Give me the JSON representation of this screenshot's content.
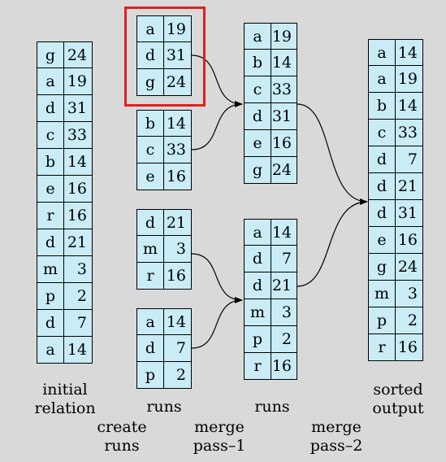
{
  "initial_relation": [
    [
      "g",
      "24"
    ],
    [
      "a",
      "19"
    ],
    [
      "d",
      "31"
    ],
    [
      "c",
      "33"
    ],
    [
      "b",
      "14"
    ],
    [
      "e",
      "16"
    ],
    [
      "r",
      "16"
    ],
    [
      "d",
      "21"
    ],
    [
      "m",
      "3"
    ],
    [
      "p",
      "2"
    ],
    [
      "d",
      "7"
    ],
    [
      "a",
      "14"
    ]
  ],
  "runs_initial": [
    [
      [
        "a",
        "19"
      ],
      [
        "d",
        "31"
      ],
      [
        "g",
        "24"
      ]
    ],
    [
      [
        "b",
        "14"
      ],
      [
        "c",
        "33"
      ],
      [
        "e",
        "16"
      ]
    ],
    [
      [
        "d",
        "21"
      ],
      [
        "m",
        "3"
      ],
      [
        "r",
        "16"
      ]
    ],
    [
      [
        "a",
        "14"
      ],
      [
        "d",
        "7"
      ],
      [
        "p",
        "2"
      ]
    ]
  ],
  "runs_pass1": [
    [
      [
        "a",
        "19"
      ],
      [
        "b",
        "14"
      ],
      [
        "c",
        "33"
      ],
      [
        "d",
        "31"
      ],
      [
        "e",
        "16"
      ],
      [
        "g",
        "24"
      ]
    ],
    [
      [
        "a",
        "14"
      ],
      [
        "d",
        "7"
      ],
      [
        "d",
        "21"
      ],
      [
        "m",
        "3"
      ],
      [
        "p",
        "2"
      ],
      [
        "r",
        "16"
      ]
    ]
  ],
  "sorted_output": [
    [
      "a",
      "14"
    ],
    [
      "a",
      "19"
    ],
    [
      "b",
      "14"
    ],
    [
      "c",
      "33"
    ],
    [
      "d",
      "7"
    ],
    [
      "d",
      "21"
    ],
    [
      "d",
      "31"
    ],
    [
      "e",
      "16"
    ],
    [
      "g",
      "24"
    ],
    [
      "m",
      "3"
    ],
    [
      "p",
      "2"
    ],
    [
      "r",
      "16"
    ]
  ],
  "labels": {
    "initial": "initial\nrelation",
    "runs1": "runs",
    "runs2": "runs",
    "sorted": "sorted\noutput",
    "create": "create\nruns",
    "merge1": "merge\npass–1",
    "merge2": "merge\npass–2"
  },
  "colors": {
    "cell_fill": "#c9ecf7",
    "highlight": "#e02020",
    "background": "#d9d9d9"
  }
}
